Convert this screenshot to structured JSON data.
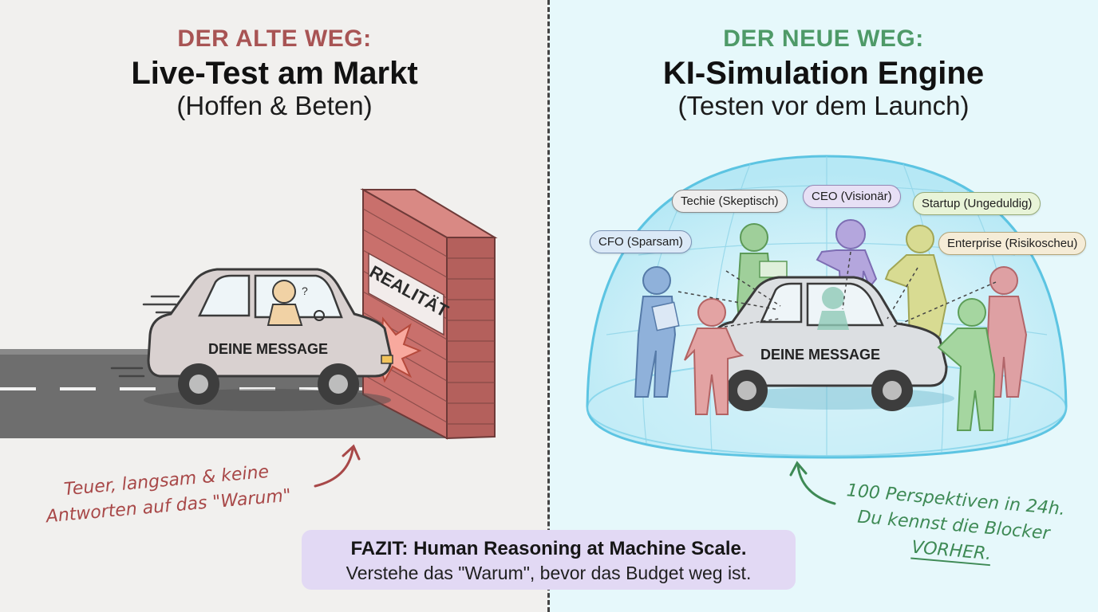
{
  "left": {
    "kicker": "DER ALTE WEG:",
    "title": "Live-Test am Markt",
    "subtitle": "(Hoffen & Beten)",
    "car_label": "DEINE MESSAGE",
    "wall_label": "REALITÄT",
    "note_line1": "Teuer, langsam & keine",
    "note_line2": "Antworten auf das \"Warum\""
  },
  "right": {
    "kicker": "DER NEUE WEG:",
    "title": "KI-Simulation Engine",
    "subtitle": "(Testen vor dem Launch)",
    "car_label": "DEINE MESSAGE",
    "personas": {
      "cfo": "CFO (Sparsam)",
      "techie": "Techie (Skeptisch)",
      "ceo": "CEO (Visionär)",
      "startup": "Startup (Ungeduldig)",
      "enterprise": "Enterprise (Risikoscheu)"
    },
    "note_line1": "100 Perspektiven in 24h.",
    "note_line2": "Du kennst die Blocker",
    "note_line3": "VORHER."
  },
  "fazit": {
    "headline": "FAZIT: Human Reasoning at Machine Scale.",
    "body": "Verstehe das \"Warum\", bevor das Budget weg ist."
  },
  "colors": {
    "old_accent": "#a85454",
    "new_accent": "#4e9a68",
    "fazit_bg": "#e2d9f4",
    "brick": "#c9706c",
    "dome": "#7fd3ea"
  },
  "icons": {
    "speed_lines": "speed-lines-icon",
    "crash": "crash-burst-icon",
    "driver_question": "question-mark-icon",
    "arrow_left": "curved-arrow-up-icon",
    "arrow_right": "curved-arrow-up-icon"
  }
}
